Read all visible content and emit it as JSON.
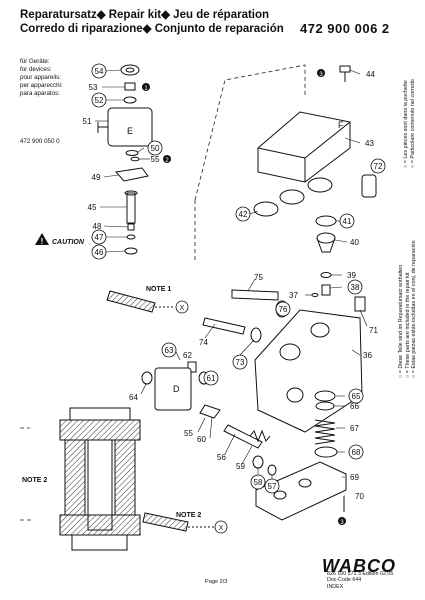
{
  "header": {
    "line1": "Reparatursatz◆ Repair kit◆ Jeu de réparation",
    "line2": "Corredo di riparazione◆ Conjunto de reparación",
    "part_number": "472 900 006 2"
  },
  "devices": {
    "lines": [
      "für Geräte:",
      "for devices:",
      "pour appareils:",
      "per apparecchi:",
      "para aparatos:"
    ],
    "number": "472 900 050 0"
  },
  "side_notes": {
    "top": [
      "○ = Les pièces sont dans la pochette",
      "○ = Particolare contenuto nel corredo"
    ],
    "bottom": [
      "○ = Diese Teile sind im Reparatursatz enthalten",
      "○ = These parts are included in the repair kit",
      "○ = Estas piezas están incluidas en el conj. de reparación"
    ]
  },
  "labels": {
    "caution": "CAUTION",
    "note1": "NOTE 1",
    "note2_left": "NOTE 2",
    "note2_right": "NOTE 2",
    "x": "X",
    "e": "E",
    "d": "D",
    "f": "F",
    "t1": "1",
    "t2": "2",
    "t3a": "3",
    "t3b": "3"
  },
  "parts": {
    "p54": "54",
    "p53": "53",
    "p52": "52",
    "p51": "51",
    "p50": "50",
    "p55a": "55",
    "p49": "49",
    "p45": "45",
    "p48": "48",
    "p47": "47",
    "p46": "46",
    "p44": "44",
    "p43": "43",
    "p72": "72",
    "p42": "42",
    "p41": "41",
    "p40": "40",
    "p39": "39",
    "p38": "38",
    "p37": "37",
    "p75": "75",
    "p76": "76",
    "p71": "71",
    "p74": "74",
    "p73": "73",
    "p36": "36",
    "p63": "63",
    "p62": "62",
    "p61": "61",
    "p64": "64",
    "p65": "65",
    "p66": "66",
    "p67": "67",
    "p55b": "55",
    "p60": "60",
    "p56": "56",
    "p59": "59",
    "p58": "58",
    "p57": "57",
    "p68": "68",
    "p69": "69",
    "p70": "70"
  },
  "footer": {
    "brand": "WABCO",
    "doc_line1": "826 100 571 3     Edition  02.05",
    "doc_line2": "Doc-Code 644",
    "doc_line3": "INDEX",
    "page": "Page 2/3"
  }
}
